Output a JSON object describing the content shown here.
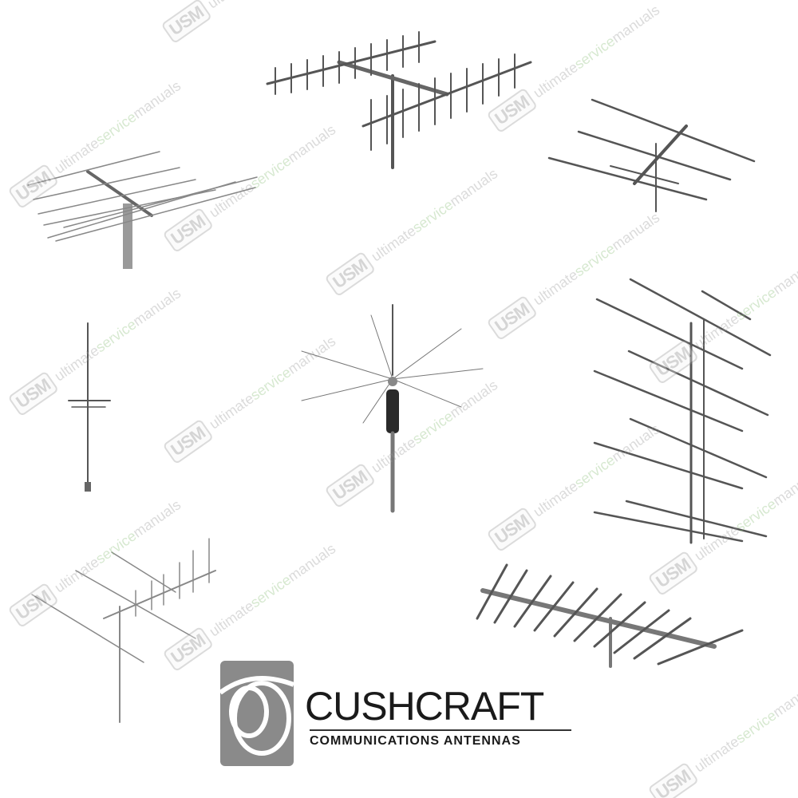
{
  "watermark": {
    "badge": "USM",
    "text_start": "ultimate",
    "text_mid": "service",
    "text_end": "manuals"
  },
  "brand": {
    "name": "CUSHCRAFT",
    "tagline": "COMMUNICATIONS  ANTENNAS"
  },
  "colors": {
    "antenna_stroke": "#555555",
    "logo_box": "#8a8a8a",
    "watermark_green": "#8dc07a"
  },
  "images": [
    {
      "name": "stacked-yagi-h-frame",
      "icon": "antenna-yagi-pair"
    },
    {
      "name": "crossed-dipole-beam",
      "icon": "antenna-dipole-beam"
    },
    {
      "name": "log-periodic-on-tower",
      "icon": "antenna-log-periodic"
    },
    {
      "name": "vertical-groundplane",
      "icon": "antenna-vertical"
    },
    {
      "name": "discone-scanner",
      "icon": "antenna-discone"
    },
    {
      "name": "stacked-multi-yagi-array",
      "icon": "antenna-stacked-array"
    },
    {
      "name": "cross-yagi-mast",
      "icon": "antenna-cross-yagi"
    },
    {
      "name": "long-boom-yagi",
      "icon": "antenna-long-yagi"
    }
  ]
}
